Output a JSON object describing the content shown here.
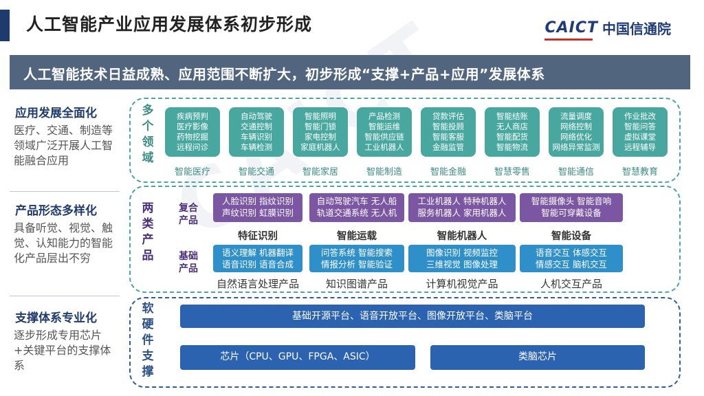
{
  "header": {
    "title": "人工智能产业应用发展体系初步形成",
    "logo_en": "CAICT",
    "logo_cn": "中国信通院"
  },
  "banner": "人工智能技术日益成熟、应用范围不断扩大，初步形成“支撑+产品+应用”发展体系",
  "left": [
    {
      "heading": "应用发展全面化",
      "text": "医疗、交通、制造等领域广泛开展人工智能融合应用"
    },
    {
      "heading": "产品形态多样化",
      "text": "具备听觉、视觉、触觉、认知能力的智能化产品层出不穷"
    },
    {
      "heading": "支撑体系专业化",
      "text": "逐步形成专用芯片+关键平台的支撑体系"
    }
  ],
  "domains": {
    "label": "多个领域",
    "items": [
      {
        "lines": [
          "疾病预判",
          "医疗影像",
          "药物挖掘",
          "远程问诊"
        ],
        "caption": "智能医疗"
      },
      {
        "lines": [
          "自动驾驶",
          "交通控制",
          "车辆识别",
          "车辆检测"
        ],
        "caption": "智能交通"
      },
      {
        "lines": [
          "智能照明",
          "智能门锁",
          "家电控制",
          "家庭机器人"
        ],
        "caption": "智能家居"
      },
      {
        "lines": [
          "产品检测",
          "智能运维",
          "智能供应链",
          "工业机器人"
        ],
        "caption": "智能制造"
      },
      {
        "lines": [
          "贷款评估",
          "智能投顾",
          "智能客服",
          "金融监管"
        ],
        "caption": "智能金融"
      },
      {
        "lines": [
          "智能结账",
          "无人商店",
          "智能配货",
          "智能物流"
        ],
        "caption": "智慧零售"
      },
      {
        "lines": [
          "流量调度",
          "网络控制",
          "网络优化",
          "网络异常监测"
        ],
        "caption": "智能通信"
      },
      {
        "lines": [
          "作业批改",
          "智能问答",
          "虚拟课堂",
          "远程辅导"
        ],
        "caption": "智慧教育"
      }
    ]
  },
  "products": {
    "label": "两类产品",
    "composite_label": "复合产品",
    "basic_label": "基础产品",
    "composite": [
      {
        "lines": [
          "人脸识别  指纹识别",
          "声纹识别  虹膜识别"
        ]
      },
      {
        "lines": [
          "自动驾驶汽车  无人船",
          "轨道交通系统  无人机"
        ]
      },
      {
        "lines": [
          "工业机器人  特种机器人",
          "服务机器人  家用机器人"
        ]
      },
      {
        "lines": [
          "智能摄像头  智能音响",
          "智能可穿戴设备"
        ]
      }
    ],
    "titles": [
      "特征识别",
      "智能运载",
      "智能机器人",
      "智能设备"
    ],
    "basic": [
      {
        "lines": [
          "语义理解  机器翻译",
          "语音识别  语音合成"
        ]
      },
      {
        "lines": [
          "问答系统  智能搜索",
          "情报分析  智能验证"
        ]
      },
      {
        "lines": [
          "图像识别  视频监控",
          "三维视觉  图像处理"
        ]
      },
      {
        "lines": [
          "语音交互  体感交互",
          "情感交互  脑机交互"
        ]
      }
    ],
    "basic_titles": [
      "自然语言处理产品",
      "知识图谱产品",
      "计算机视觉产品",
      "人机交互产品"
    ]
  },
  "support": {
    "label": "软硬件支撑",
    "platform": "基础开源平台、语音开放平台、图像开放平台、类脑平台",
    "chip": "芯片（CPU、GPU、FPGA、ASIC）",
    "brain_chip": "类脑芯片"
  },
  "colors": {
    "teal": "#48a79f",
    "purple": "#7b57a3",
    "blue": "#2f8fc9",
    "dark_blue": "#2b63b0",
    "banner": "#51667e"
  }
}
